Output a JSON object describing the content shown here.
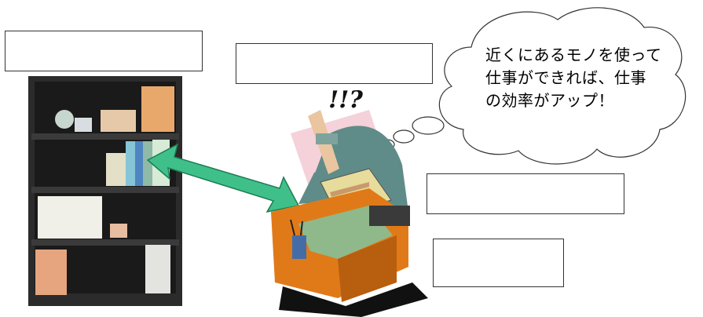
{
  "thought_bubble": {
    "lines": [
      "近くにあるモノを使って",
      "仕事ができれば、仕事",
      "の効率がアップ！"
    ]
  },
  "exclamation": "!!?",
  "label_boxes": {
    "top_left": "",
    "top_center": "",
    "right_upper": "",
    "right_lower": ""
  },
  "colors": {
    "arrow": "#3fc08a",
    "bookshelf": "#2b2b2b",
    "desk": "#e07a18",
    "cloth": "#5f8c88"
  }
}
